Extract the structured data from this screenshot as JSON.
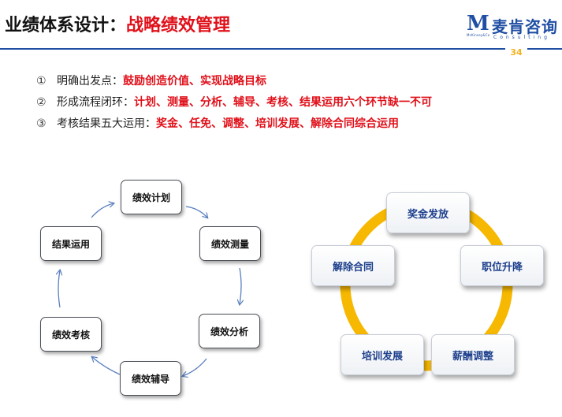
{
  "header": {
    "title_prefix": "业绩体系设计：",
    "title_highlight": "战略绩效管理",
    "page_number": "34"
  },
  "logo": {
    "mark": "M",
    "mark_sub": "McKinsey&Co",
    "name_cn": "麦肯咨询",
    "name_en": "Consulting"
  },
  "bullets": [
    {
      "num": "①",
      "label": "明确出发点：",
      "highlight": "鼓励创造价值、实现战略目标"
    },
    {
      "num": "②",
      "label": "形成流程闭环：",
      "highlight": "计划、测量、分析、辅导、考核、结果运用六个环节缺一不可"
    },
    {
      "num": "③",
      "label": "考核结果五大运用：",
      "highlight": "奖金、任免、调整、培训发展、解除合同综合运用"
    }
  ],
  "left_cycle": {
    "nodes": [
      "绩效计划",
      "绩效测量",
      "绩效分析",
      "绩效辅导",
      "绩效考核",
      "结果运用"
    ]
  },
  "right_cycle": {
    "nodes": [
      "奖金发放",
      "职位升降",
      "薪酬调整",
      "培训发展",
      "解除合同"
    ],
    "ring_color": "#f6b800"
  },
  "colors": {
    "accent_red": "#e0101a",
    "brand_blue": "#1f4ea3",
    "arrow_blue": "#5a7fbf"
  }
}
